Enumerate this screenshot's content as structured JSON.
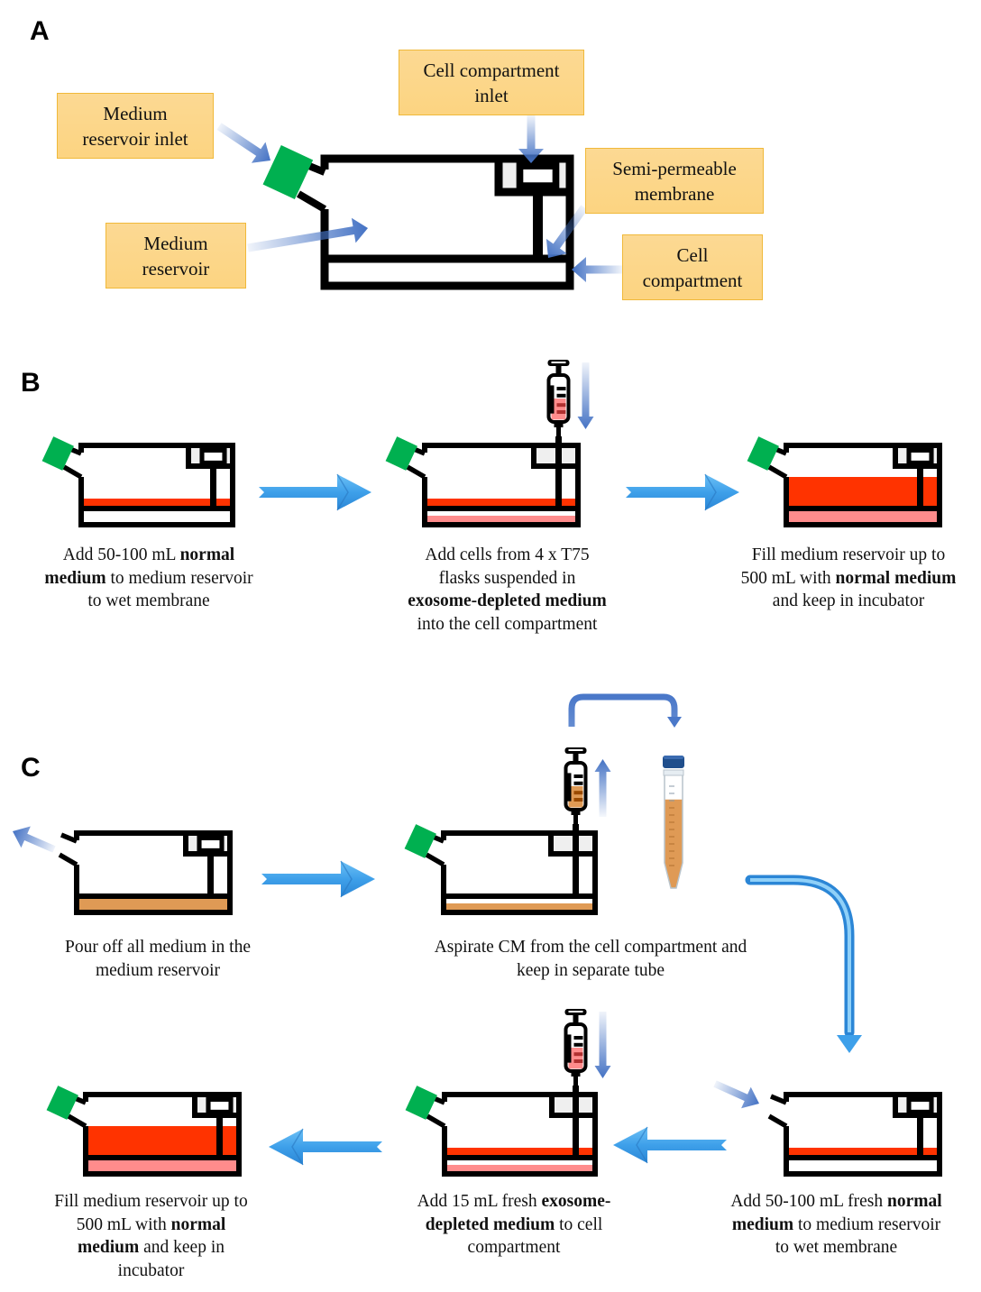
{
  "panels": {
    "A": {
      "letter": "A",
      "labels": {
        "medium_reservoir_inlet": "Medium reservoir inlet",
        "medium_reservoir": "Medium reservoir",
        "cell_compartment_inlet": "Cell compartment inlet",
        "semi_permeable_membrane": "Semi-permeable membrane",
        "cell_compartment": "Cell compartment"
      }
    },
    "B": {
      "letter": "B",
      "steps": [
        {
          "caption": [
            {
              "t": "Add 50-100 mL "
            },
            {
              "t": "normal",
              "b": true
            },
            {
              "br": true
            },
            {
              "t": "medium",
              "b": true
            },
            {
              "t": " to medium reservoir"
            },
            {
              "br": true
            },
            {
              "t": "to wet membrane"
            }
          ],
          "flask": {
            "cap": "on",
            "reservoir_fill": "low",
            "reservoir_color": "normal",
            "cell_fill": "empty",
            "syringe": "none"
          }
        },
        {
          "caption": [
            {
              "t": "Add cells from 4 x T75"
            },
            {
              "br": true
            },
            {
              "t": "flasks suspended in"
            },
            {
              "br": true
            },
            {
              "t": "exosome-depleted medium",
              "b": true
            },
            {
              "br": true
            },
            {
              "t": "into the cell compartment"
            }
          ],
          "flask": {
            "cap": "on",
            "reservoir_fill": "low",
            "reservoir_color": "normal",
            "cell_fill": "thin",
            "cell_color": "depleted",
            "syringe": "inject-pink"
          }
        },
        {
          "caption": [
            {
              "t": "Fill medium reservoir up to"
            },
            {
              "br": true
            },
            {
              "t": "500 mL with "
            },
            {
              "t": "normal medium",
              "b": true
            },
            {
              "br": true
            },
            {
              "t": "and keep in incubator"
            }
          ],
          "flask": {
            "cap": "on",
            "reservoir_fill": "full",
            "reservoir_color": "normal",
            "cell_fill": "full",
            "cell_color": "depleted",
            "syringe": "none"
          }
        }
      ]
    },
    "C": {
      "letter": "C",
      "steps": [
        {
          "caption": [
            {
              "t": "Pour off all medium in the"
            },
            {
              "br": true
            },
            {
              "t": "medium reservoir"
            }
          ],
          "flask": {
            "cap": "off-pour",
            "reservoir_fill": "empty",
            "cell_fill": "full",
            "cell_color": "conditioned",
            "syringe": "none"
          }
        },
        {
          "caption": [
            {
              "t": "Aspirate CM from the cell compartment and"
            },
            {
              "br": true
            },
            {
              "t": "keep in separate tube"
            }
          ],
          "flask": {
            "cap": "on",
            "reservoir_fill": "empty",
            "cell_fill": "thin",
            "cell_color": "conditioned",
            "syringe": "aspirate-orange"
          },
          "tube": {
            "contents": "conditioned medium",
            "fill_fraction": 0.75
          }
        },
        {
          "caption": [
            {
              "t": "Add 50-100 mL fresh "
            },
            {
              "t": "normal",
              "b": true
            },
            {
              "br": true
            },
            {
              "t": "medium",
              "b": true
            },
            {
              "t": " to medium reservoir"
            },
            {
              "br": true
            },
            {
              "t": "to wet membrane"
            }
          ],
          "flask": {
            "cap": "off-fill",
            "reservoir_fill": "low",
            "reservoir_color": "normal",
            "cell_fill": "empty",
            "syringe": "none"
          }
        },
        {
          "caption": [
            {
              "t": "Add 15 mL fresh "
            },
            {
              "t": "exosome-",
              "b": true
            },
            {
              "br": true
            },
            {
              "t": "depleted medium",
              "b": true
            },
            {
              "t": " to cell"
            },
            {
              "br": true
            },
            {
              "t": "compartment"
            }
          ],
          "flask": {
            "cap": "on",
            "reservoir_fill": "low",
            "reservoir_color": "normal",
            "cell_fill": "thin",
            "cell_color": "depleted",
            "syringe": "inject-pink"
          }
        },
        {
          "caption": [
            {
              "t": "Fill medium reservoir up to"
            },
            {
              "br": true
            },
            {
              "t": "500 mL with "
            },
            {
              "t": "normal",
              "b": true
            },
            {
              "br": true
            },
            {
              "t": "medium",
              "b": true
            },
            {
              "t": " and keep in"
            },
            {
              "br": true
            },
            {
              "t": "incubator"
            }
          ],
          "flask": {
            "cap": "on",
            "reservoir_fill": "full",
            "reservoir_color": "normal",
            "cell_fill": "full",
            "cell_color": "depleted",
            "syringe": "none"
          }
        }
      ]
    }
  },
  "colors": {
    "normal_medium": "#ff3300",
    "depleted_medium": "#ff8c8c",
    "conditioned_medium": "#df9a55",
    "cap_green": "#00b050",
    "callout_fill": "#fcd689",
    "callout_border": "#f0b93a",
    "flow_arrow": "#3ea0ea",
    "pointer_arrow": "#4472c4",
    "tube_cap": "#1f4e8c",
    "inlet_gray": "#efefef"
  }
}
